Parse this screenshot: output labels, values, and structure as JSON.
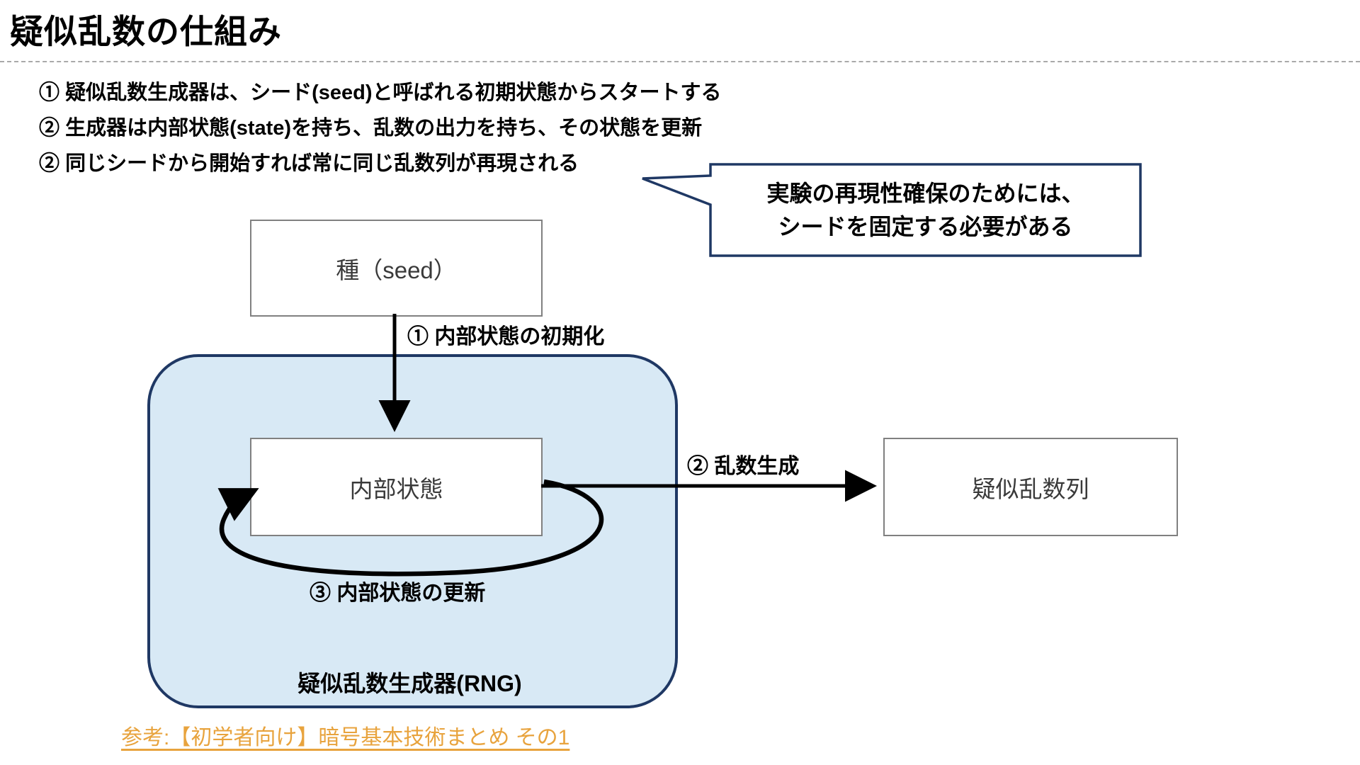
{
  "slide": {
    "title": "疑似乱数の仕組み",
    "bullets": [
      {
        "marker": "①",
        "text": "疑似乱数生成器は、シード(seed)と呼ばれる初期状態からスタートする"
      },
      {
        "marker": "②",
        "text": "生成器は内部状態(state)を持ち、乱数の出力を持ち、その状態を更新"
      },
      {
        "marker": "②",
        "text": "同じシードから開始すれば常に同じ乱数列が再現される"
      }
    ]
  },
  "callout": {
    "line1": "実験の再現性確保のためには、",
    "line2": "シードを固定する必要がある",
    "border_color": "#1F3864",
    "fill_color": "#FFFFFF"
  },
  "diagram": {
    "seed_box_label": "種（seed）",
    "state_box_label": "内部状態",
    "output_box_label": "疑似乱数列",
    "step1_label": "① 内部状態の初期化",
    "step2_label": "② 乱数生成",
    "step3_label": "③ 内部状態の更新",
    "container_label": "疑似乱数生成器(RNG)",
    "container_fill": "#D8E9F5",
    "container_border": "#1F3864",
    "box_border": "#808080",
    "arrow_color": "#000000"
  },
  "footer": {
    "link_text": "参考:【初学者向け】暗号基本技術まとめ その1",
    "link_color": "#E8A33D"
  }
}
